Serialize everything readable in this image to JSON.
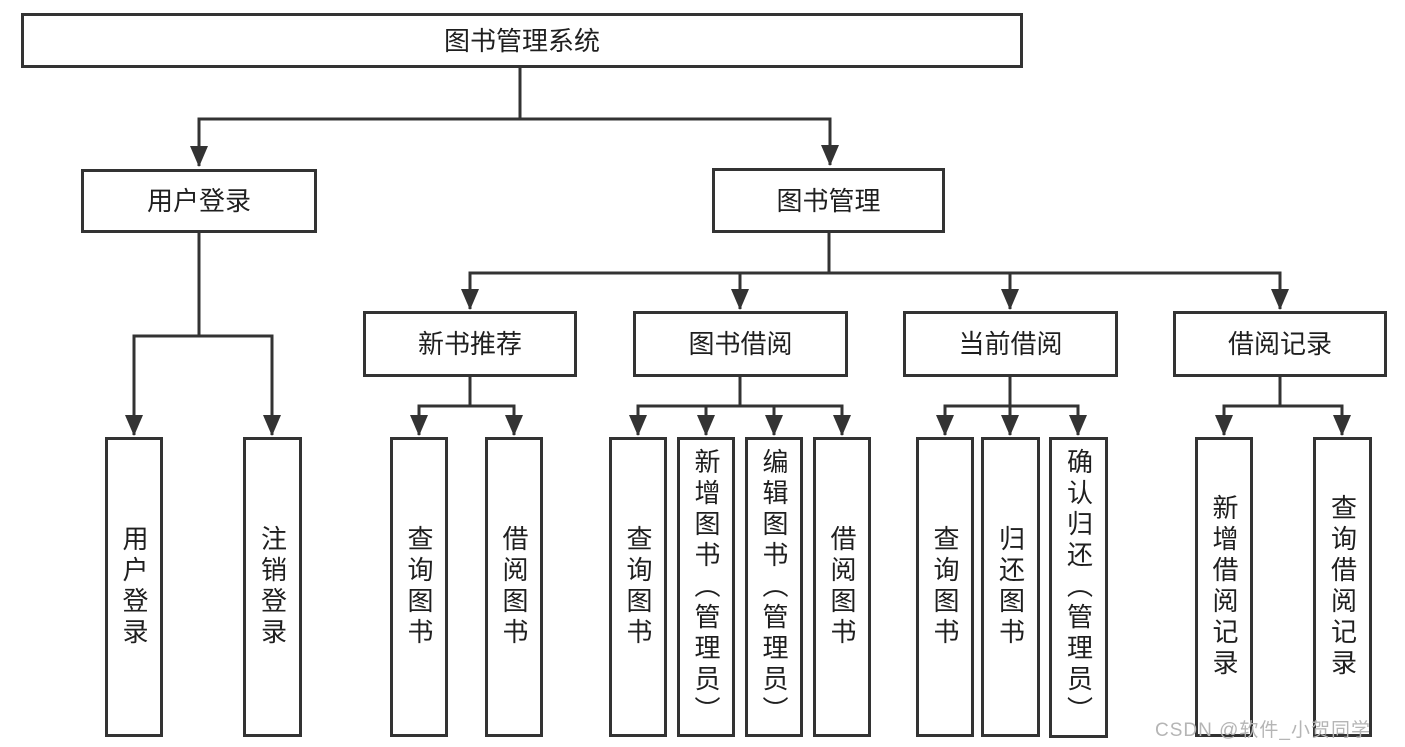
{
  "nodes": {
    "root": "图书管理系统",
    "user_login": "用户登录",
    "book_management": "图书管理",
    "new_book_recommend": "新书推荐",
    "book_borrow": "图书借阅",
    "current_borrow": "当前借阅",
    "borrow_records": "借阅记录",
    "leaves": {
      "user_login": [
        "用户登录",
        "注销登录"
      ],
      "new_book_recommend": [
        "查询图书",
        "借阅图书"
      ],
      "book_borrow": [
        "查询图书",
        "新增图书（管理员）",
        "编辑图书（管理员）",
        "借阅图书"
      ],
      "current_borrow": [
        "查询图书",
        "归还图书",
        "确认归还（管理员）"
      ],
      "borrow_records": [
        "新增借阅记录",
        "查询借阅记录"
      ]
    }
  },
  "watermark": {
    "text": "CSDN @软件_小贺同学",
    "color": "#b5b5b5"
  },
  "colors": {
    "line": "#333333",
    "text": "#1f1f1f",
    "box_background": "#ffffff",
    "page_background": "#ffffff"
  }
}
